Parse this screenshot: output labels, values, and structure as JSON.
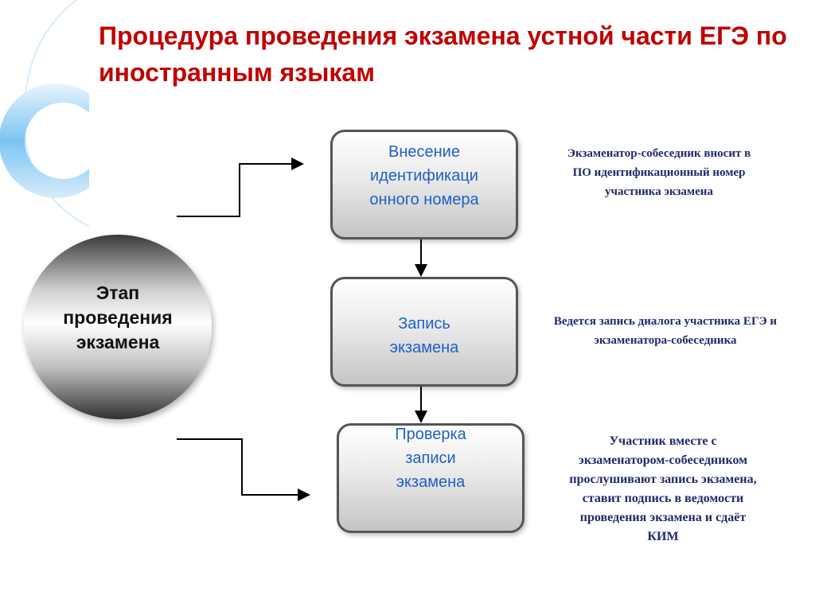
{
  "title": "Процедура проведения экзамена устной части ЕГЭ по иностранным языкам",
  "stage": {
    "label_lines": [
      "Этап",
      "проведения",
      "экзамена"
    ]
  },
  "steps": [
    {
      "label_lines": [
        "Внесение",
        "идентификаци",
        "онного номера"
      ],
      "note_lines": [
        "Экзаменатор-собеседник вносит в",
        "ПО идентификационный номер",
        "участника экзамена"
      ]
    },
    {
      "label_lines": [
        "Запись",
        "экзамена"
      ],
      "note_lines": [
        "Ведется запись диалога участника ЕГЭ и",
        "экзаменатора-собеседника"
      ]
    },
    {
      "label_lines": [
        "Проверка",
        "записи",
        "экзамена"
      ],
      "note_lines": [
        "Участник вместе с",
        "экзаменатором-собеседником",
        "прослушивают запись экзамена,",
        "ставит подпись в ведомости",
        "проведения экзамена и сдаёт",
        "КИМ"
      ]
    }
  ],
  "colors": {
    "title": "#c00000",
    "box_text": "#1f5fc8",
    "note_text": "#1f2a6b",
    "decor": "#4aa3e6"
  }
}
